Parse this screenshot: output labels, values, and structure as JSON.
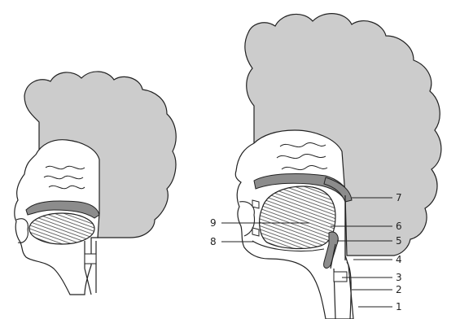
{
  "colors": {
    "head_fill": "#cccccc",
    "face_fill": "#ffffff",
    "outline": "#222222",
    "tongue_hatch": "#444444",
    "palate_tissue": "#8c8c8c"
  },
  "diagram": {
    "left_figure": "small-head-sagittal-section",
    "right_figure": "large-head-sagittal-section",
    "callouts": [
      {
        "id": "label-1",
        "text": "1"
      },
      {
        "id": "label-2",
        "text": "2"
      },
      {
        "id": "label-3",
        "text": "3"
      },
      {
        "id": "label-4",
        "text": "4"
      },
      {
        "id": "label-5",
        "text": "5"
      },
      {
        "id": "label-6",
        "text": "6"
      },
      {
        "id": "label-7",
        "text": "7"
      },
      {
        "id": "label-8",
        "text": "8"
      },
      {
        "id": "label-9",
        "text": "9"
      }
    ]
  }
}
